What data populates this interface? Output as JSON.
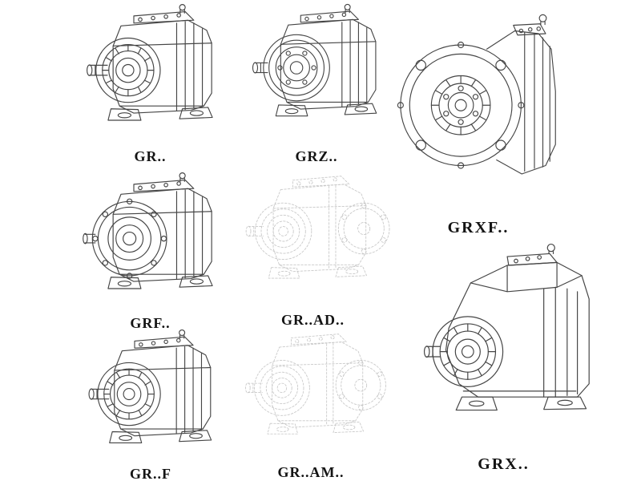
{
  "page": {
    "background": "#ffffff"
  },
  "colors": {
    "line": "#454545",
    "ghost_line": "#c8c8c8",
    "label": "#141414"
  },
  "figures": [
    {
      "id": "gr",
      "label": "GR..",
      "style": "solid"
    },
    {
      "id": "grz",
      "label": "GRZ..",
      "style": "solid"
    },
    {
      "id": "grxf",
      "label": "GRXF..",
      "style": "solid"
    },
    {
      "id": "grf",
      "label": "GRF..",
      "style": "solid"
    },
    {
      "id": "gr-ad",
      "label": "GR..AD..",
      "style": "ghost"
    },
    {
      "id": "gr-f",
      "label": "GR..F",
      "style": "solid"
    },
    {
      "id": "gr-am",
      "label": "GR..AM..",
      "style": "ghost"
    },
    {
      "id": "grx",
      "label": "GRX..",
      "style": "solid"
    }
  ]
}
